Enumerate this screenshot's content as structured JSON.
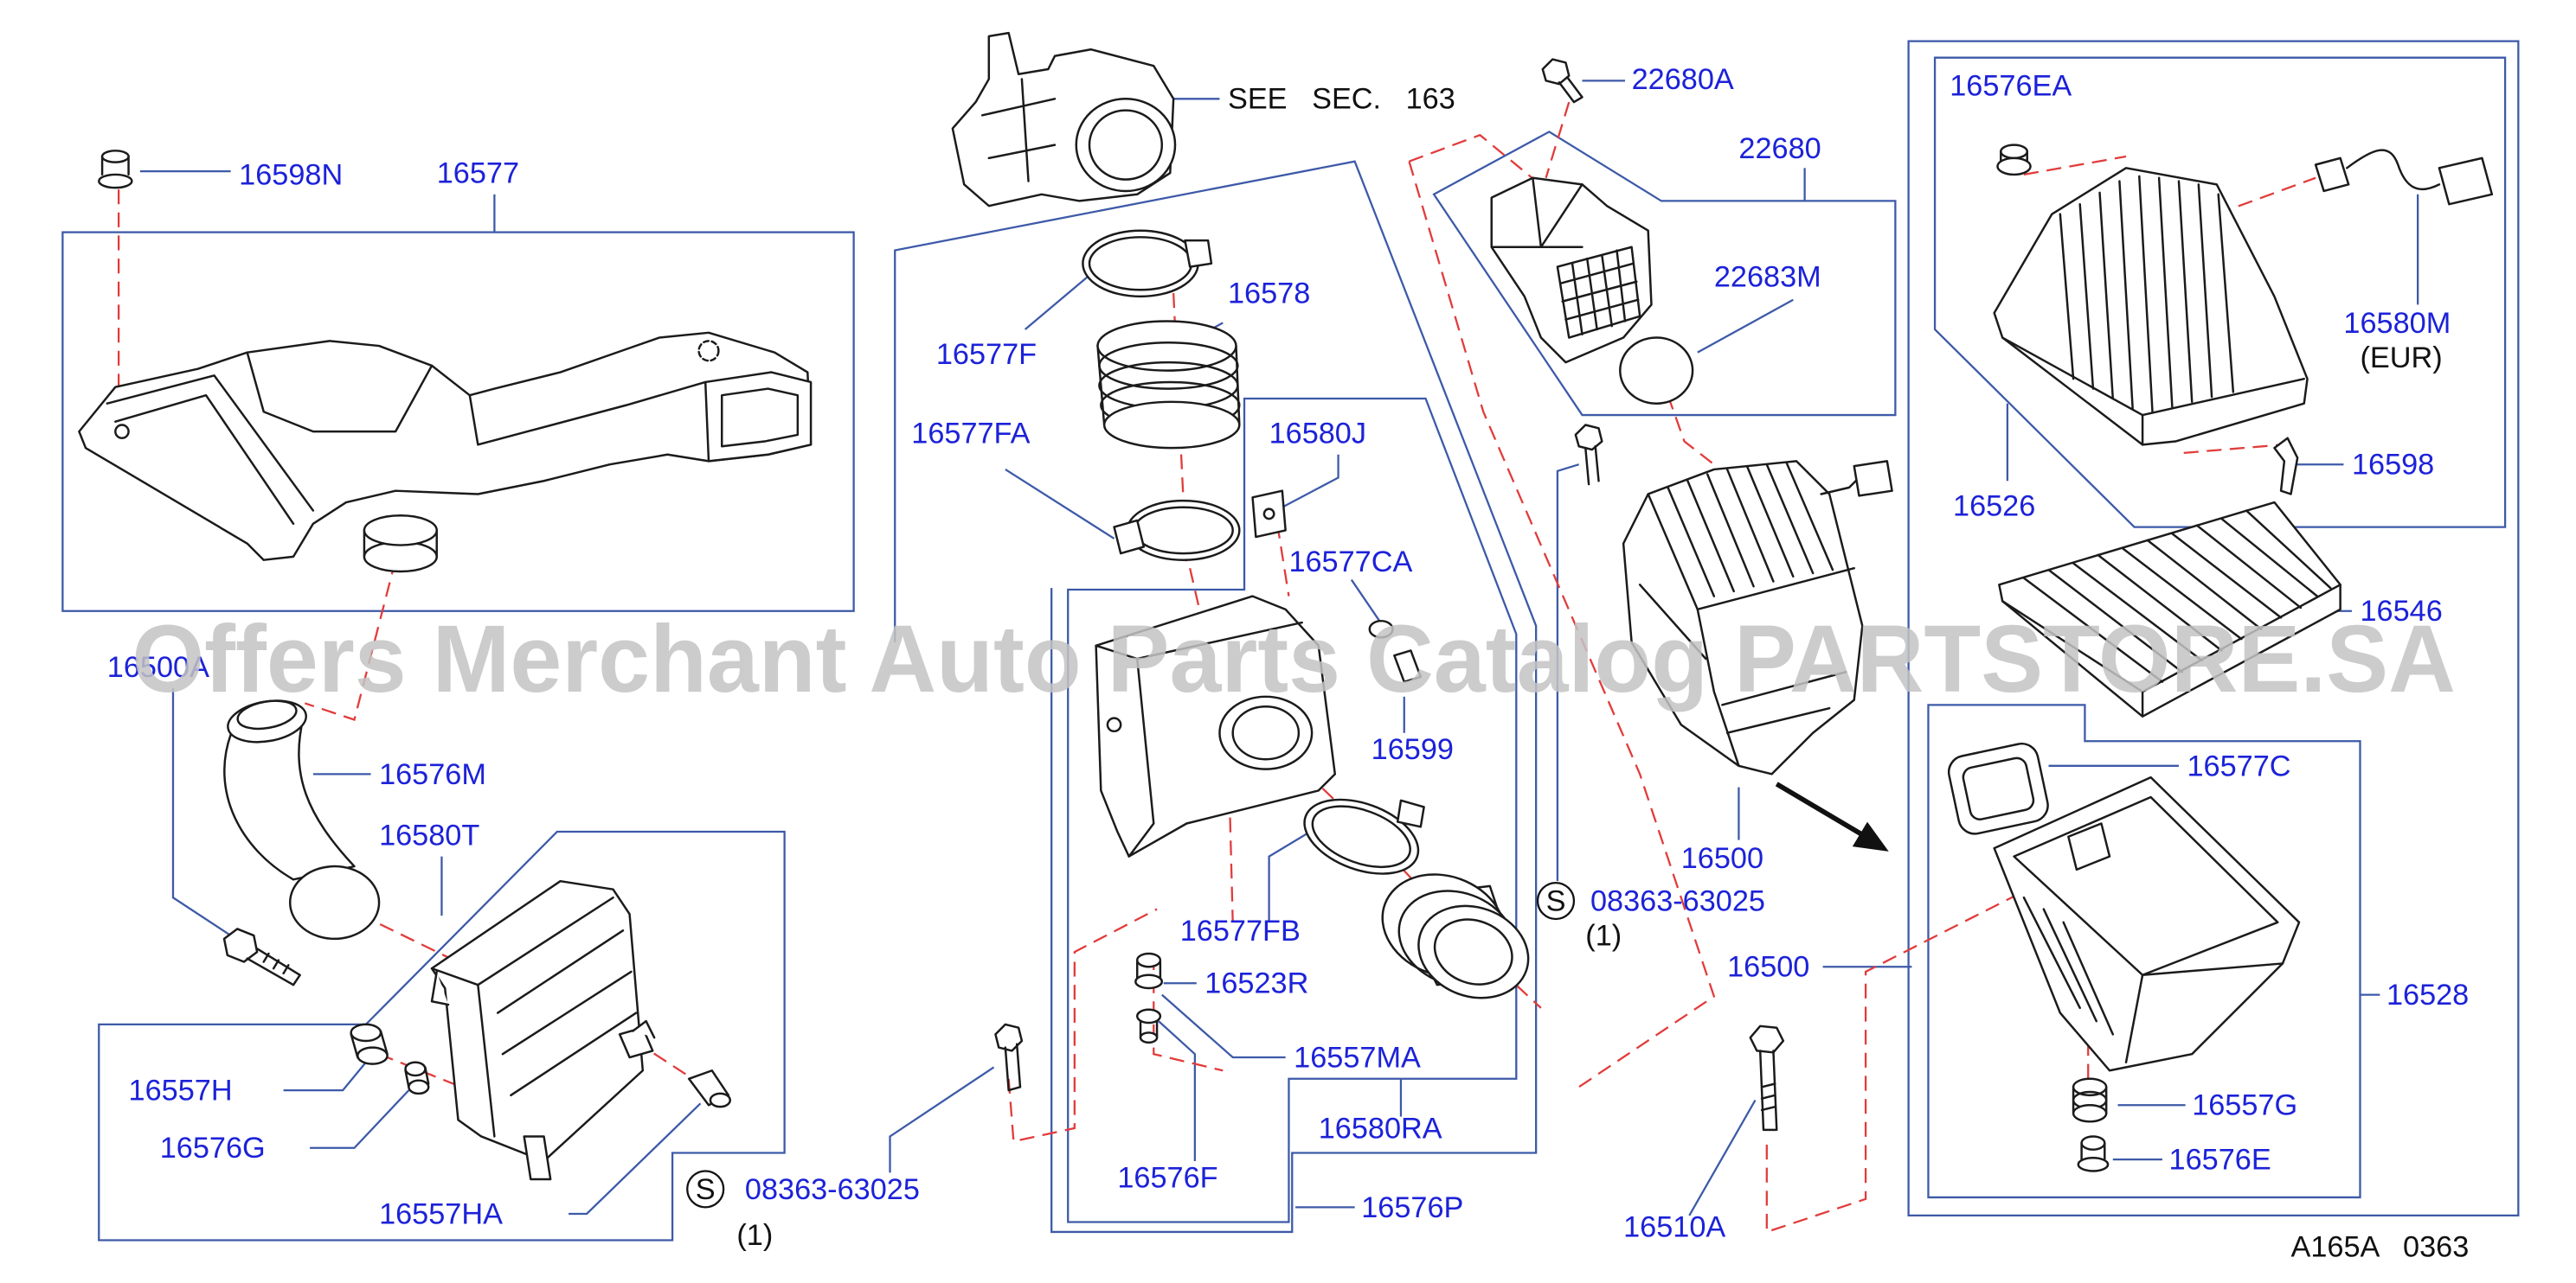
{
  "diagram": {
    "see_section": "SEE   SEC.   163",
    "footer_code": "A165A   0363",
    "watermark": "Offers Merchant Auto Parts Catalog PARTSTORE.SA"
  },
  "callouts": {
    "grommet_top_left": "16598N",
    "air_duct": "16577",
    "bolt_left": "16500A",
    "hose": "16576M",
    "resonator": "16580T",
    "grommet_resonator": "16557H",
    "collar_resonator": "16576G",
    "cap_resonator": "16557HA",
    "clamp_upper": "16577F",
    "boot": "16578",
    "clamp_screw": "16577FA",
    "gasket": "16580J",
    "ring": "16577CA",
    "pin": "16599",
    "clamp_lower": "16577FB",
    "grommet_bracket": "16523R",
    "grommet_mount": "16557MA",
    "duct_resonator_assy": "16580RA",
    "collar_mount": "16576F",
    "duct_group": "16576P",
    "maf_bolt": "22680A",
    "maf_sensor": "22680",
    "maf_oring": "22683M",
    "air_cleaner_housing": "16500",
    "air_cleaner_assembly": "16500",
    "bolt_long": "16510A",
    "grommet_cover": "16576EA",
    "temp_sensor": "16580M",
    "cover": "16526",
    "clip": "16598",
    "filter_element": "16546",
    "seal": "16577C",
    "lower_case": "16528",
    "grommet_case": "16557G",
    "collar_case": "16576E"
  },
  "standard_parts": [
    {
      "symbol": "S",
      "number": "08363-63025",
      "qty": "(1)"
    },
    {
      "symbol": "S",
      "number": "08363-63025",
      "qty": "(1)"
    }
  ],
  "notes": {
    "eur": "(EUR)"
  },
  "colors": {
    "callout": "#1c22d8",
    "group": "#3d5aa8",
    "dash": "#e23b3b",
    "part": "#1b1b1b",
    "watermark": "#c4c4c4"
  }
}
